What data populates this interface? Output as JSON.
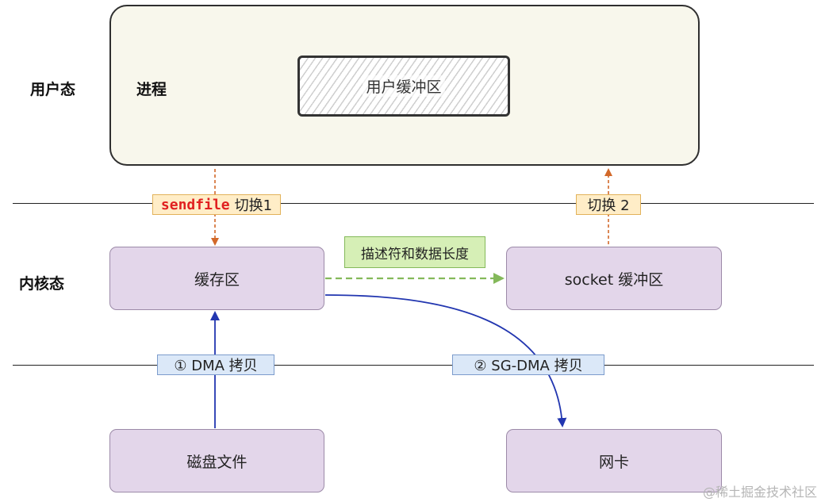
{
  "labels": {
    "user_mode": "用户态",
    "kernel_mode": "内核态",
    "process": "进程"
  },
  "user_buffer": "用户缓冲区",
  "kernel": {
    "cache": "缓存区",
    "socket_buffer": "socket 缓冲区"
  },
  "hardware": {
    "disk_file": "磁盘文件",
    "nic": "网卡"
  },
  "transitions": {
    "switch1_keyword": "sendfile",
    "switch1_text": "切换1",
    "switch2": "切换 2"
  },
  "copies": {
    "dma": "① DMA 拷贝",
    "sg_dma": "② SG-DMA 拷贝"
  },
  "descriptor_label": "描述符和数据长度",
  "watermark": "@稀土掘金技术社区",
  "colors": {
    "switch_arrow": "#d2692a",
    "dma_arrow": "#2236b0",
    "descriptor_arrow": "#84b95a"
  }
}
